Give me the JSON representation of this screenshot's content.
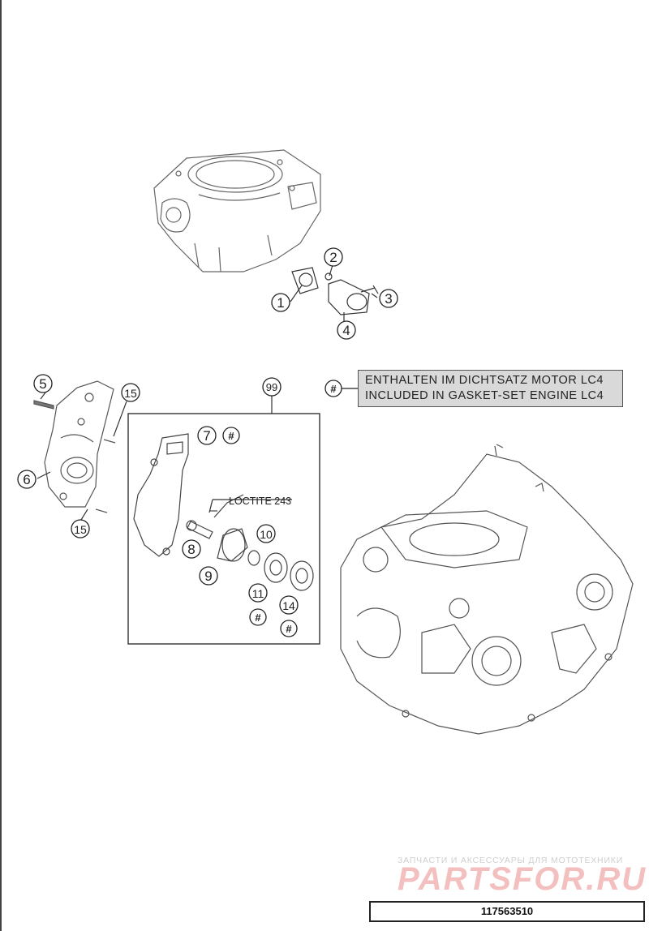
{
  "callouts": {
    "c1": "1",
    "c2": "2",
    "c3": "3",
    "c4": "4",
    "c5": "5",
    "c6": "6",
    "c7": "7",
    "c8": "8",
    "c9": "9",
    "c10": "10",
    "c11": "11",
    "c14": "14",
    "c15a": "15",
    "c15b": "15",
    "c99": "99"
  },
  "hash_symbol": "#",
  "legend": {
    "symbol": "#",
    "line1": "ENTHALTEN IM DICHTSATZ MOTOR LC4",
    "line2": "INCLUDED IN GASKET-SET ENGINE LC4"
  },
  "loctite_label": "LOCTITE 243",
  "watermark": {
    "tagline": "ЗАПЧАСТИ И АКСЕССУАРЫ ДЛЯ МОТОТЕХНИКИ",
    "logo": "PARTSFOR.RU"
  },
  "part_number": "117563510",
  "colors": {
    "line": "#222222",
    "legend_bg": "#d9d9d9",
    "watermark_red": "#f2b5b5"
  }
}
